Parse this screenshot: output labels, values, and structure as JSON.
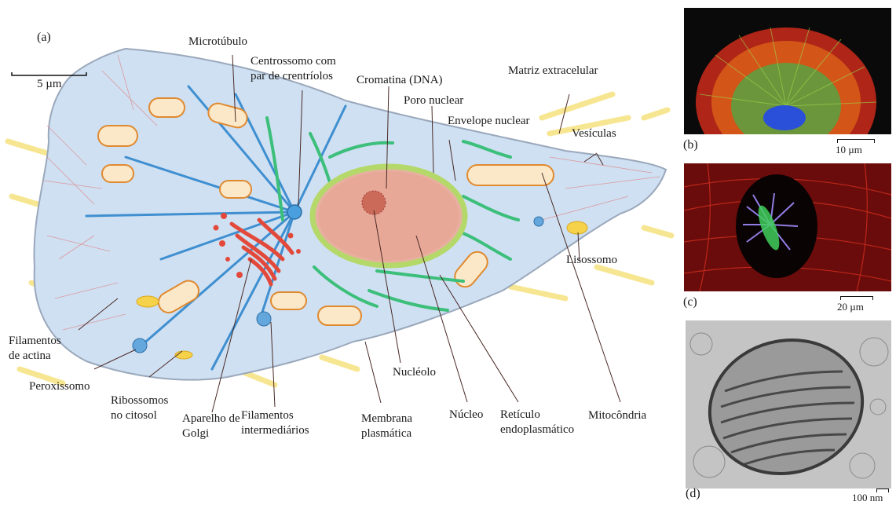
{
  "panel_letters": {
    "a": "(a)",
    "b": "(b)",
    "c": "(c)",
    "d": "(d)"
  },
  "scales": {
    "a": "5 µm",
    "b": "10 µm",
    "c": "20 µm",
    "d": "100 nm"
  },
  "labels": {
    "microtubulo": "Microtúbulo",
    "centrossomo": "Centrossomo com\npar de crentríolos",
    "cromatina": "Cromatina (DNA)",
    "poro": "Poro nuclear",
    "envelope": "Envelope nuclear",
    "matriz": "Matriz extracelular",
    "vesiculas": "Vesículas",
    "lisossomo": "Lisossomo",
    "filamentos_actina": "Filamentos\nde actina",
    "peroxissomo": "Peroxissomo",
    "ribossomos": "Ribossomos\nno citosol",
    "golgi": "Aparelho de\nGolgi",
    "intermediarios": "Filamentos\nintermediários",
    "membrana": "Membrana\nplasmática",
    "nucleolo": "Nucléolo",
    "nucleo": "Núcleo",
    "reticulo": "Retículo\nendoplasmático",
    "mitocondria": "Mitocôndria"
  },
  "colors": {
    "cytoplasm": "#cfe0f2",
    "membrane": "#9aa8bb",
    "microtubule": "#3f8fd0",
    "mitochondria": "#e89a3c",
    "nucleus": "#e7b0a0",
    "nuclear_envelope": "#b5d86a",
    "er": "#3cbf7a",
    "golgi": "#e2493a",
    "ecm": "#f5e27a"
  }
}
